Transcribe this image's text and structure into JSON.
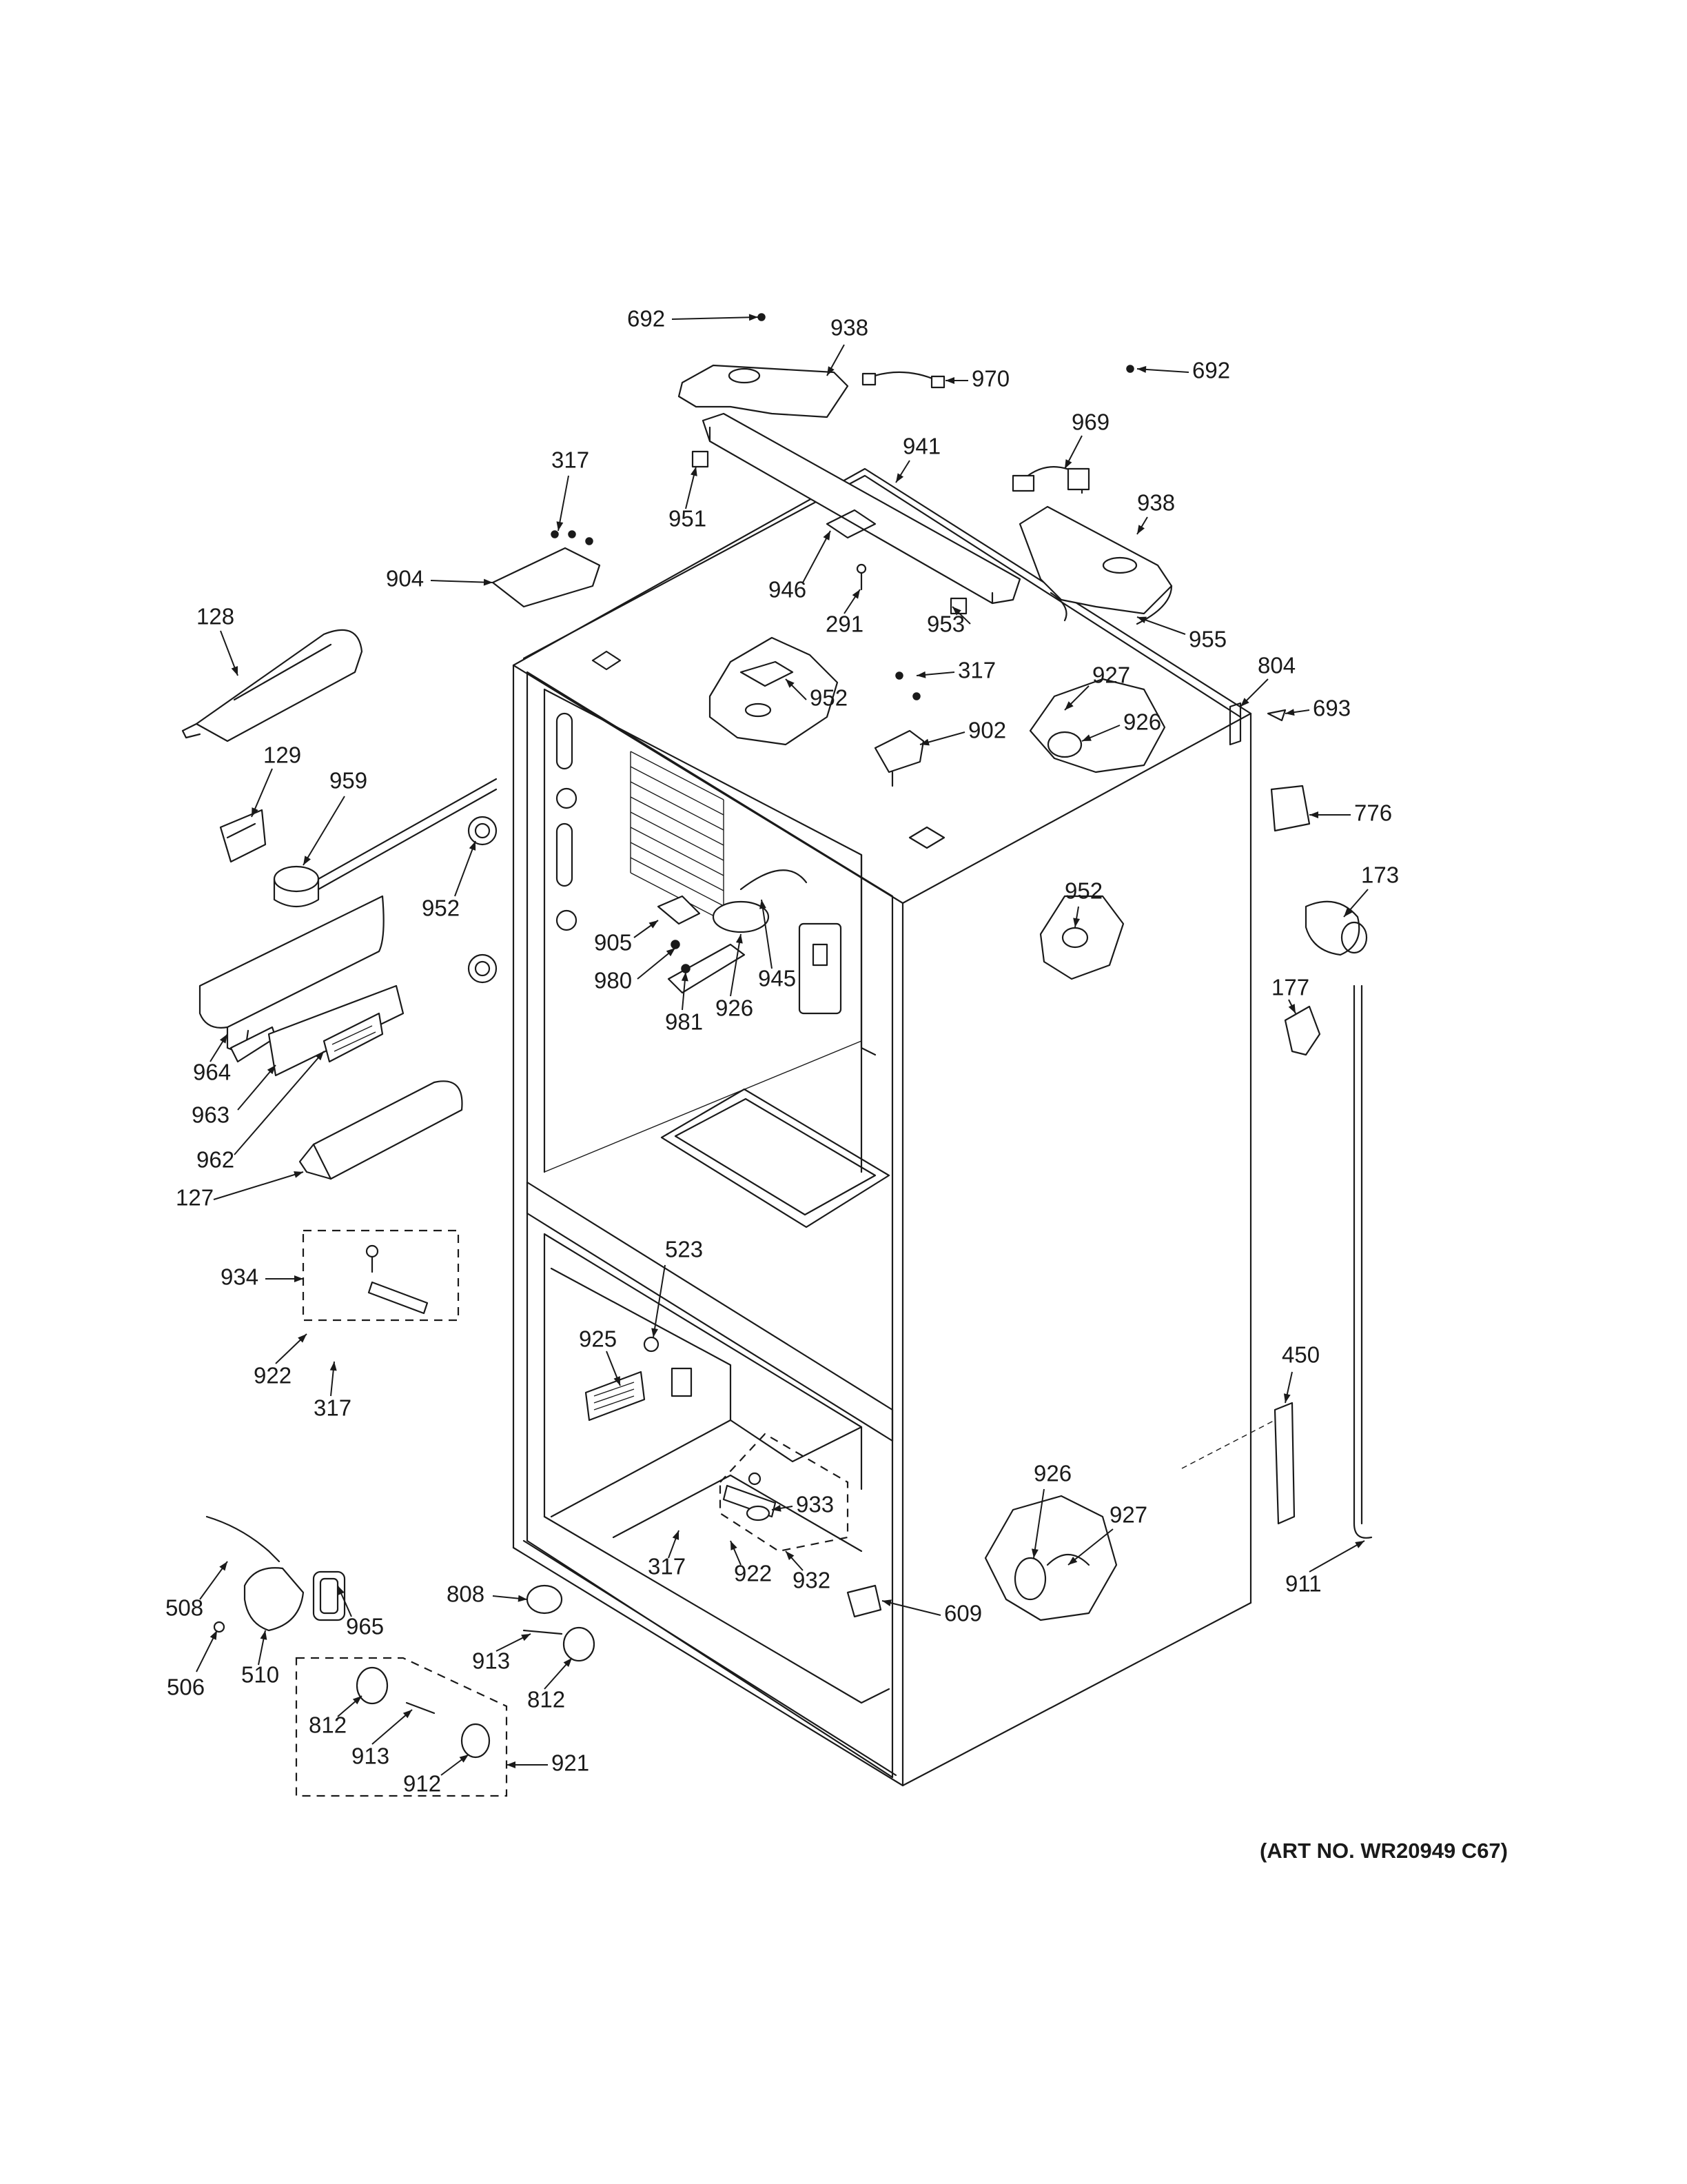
{
  "diagram": {
    "art_number": "(ART NO. WR20949 C67)",
    "callouts": [
      "692",
      "938",
      "970",
      "692",
      "317",
      "941",
      "969",
      "951",
      "938",
      "904",
      "946",
      "291",
      "953",
      "955",
      "128",
      "952",
      "317",
      "902",
      "927",
      "926",
      "804",
      "693",
      "129",
      "959",
      "776",
      "952",
      "173",
      "952",
      "905",
      "980",
      "981",
      "926",
      "945",
      "177",
      "964",
      "963",
      "962",
      "127",
      "523",
      "934",
      "925",
      "922",
      "317",
      "450",
      "926",
      "927",
      "933",
      "317",
      "922",
      "932",
      "911",
      "808",
      "609",
      "508",
      "965",
      "913",
      "812",
      "506",
      "510",
      "812",
      "913",
      "921",
      "912"
    ]
  }
}
